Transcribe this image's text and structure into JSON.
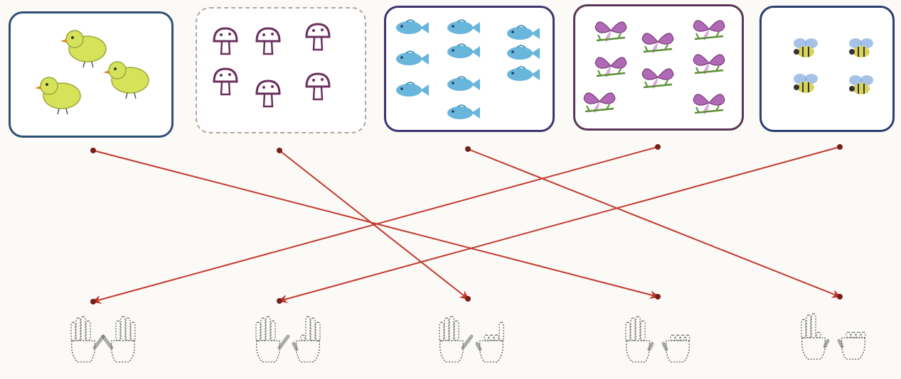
{
  "cards": [
    {
      "id": "card-1",
      "picture": "chick",
      "count": 3,
      "color": "#d6e35a"
    },
    {
      "id": "card-2",
      "picture": "mushroom",
      "count": 6,
      "color": "#6b2f5e"
    },
    {
      "id": "card-3",
      "picture": "fish",
      "count": 10,
      "color": "#4fa9d6"
    },
    {
      "id": "card-4",
      "picture": "butterfly",
      "count": 8,
      "color": "#b069b5"
    },
    {
      "id": "card-5",
      "picture": "bee",
      "count": 4,
      "color": "#6a9ad8"
    }
  ],
  "hands": [
    {
      "id": "hands-1",
      "fingers_shown": 10
    },
    {
      "id": "hands-2",
      "fingers_shown": 8
    },
    {
      "id": "hands-3",
      "fingers_shown": 6
    },
    {
      "id": "hands-4",
      "fingers_shown": 4
    },
    {
      "id": "hands-5",
      "fingers_shown": 3
    }
  ],
  "links": [
    {
      "from": 1,
      "to": 4
    },
    {
      "from": 2,
      "to": 3
    },
    {
      "from": 3,
      "to": 5
    },
    {
      "from": 4,
      "to": 1
    },
    {
      "from": 5,
      "to": 2
    }
  ],
  "colors": {
    "arrow": "#c23a2e",
    "dot": "#7a1e18",
    "hand_outline": "#5a5a5a"
  }
}
